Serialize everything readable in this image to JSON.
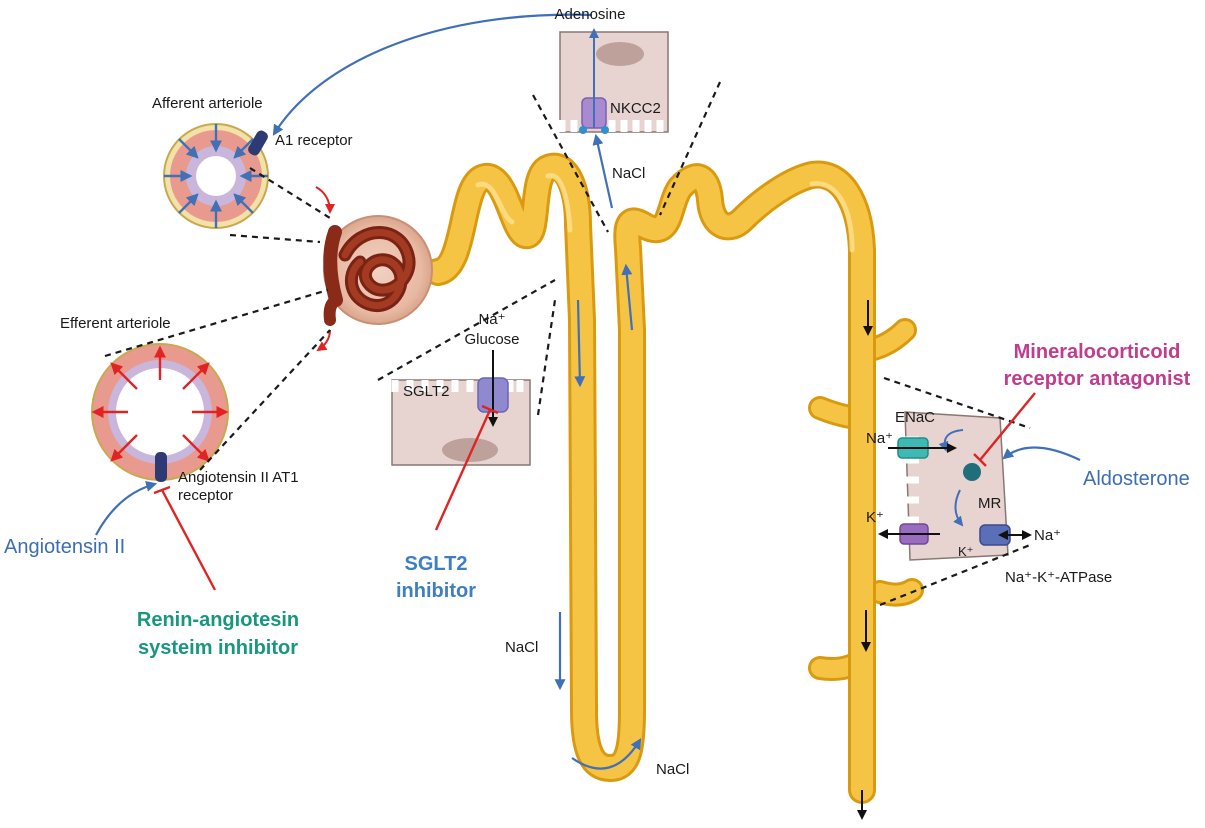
{
  "colors": {
    "tubule_fill": "#f6c445",
    "tubule_edge": "#d99a10",
    "stimulus_blue": "#3f70b8",
    "inhibitor_red": "#e02424",
    "sglt2_blue": "#3d7fc2",
    "ras_teal": "#18977f",
    "mra_pink": "#c03c8e",
    "glomerulus_red": "#8a2a18",
    "cell_pink": "#e7d4d1"
  },
  "labels": {
    "adenosine": "Adenosine",
    "afferent_arteriole": "Afferent arteriole",
    "a1_receptor": "A1 receptor",
    "efferent_arteriole": "Efferent arteriole",
    "at1_receptor_line1": "Angiotensin II AT1",
    "at1_receptor_line2": "receptor",
    "angiotensin_ii": "Angiotensin II",
    "ras_inhibitor_line1": "Renin-angiotesin",
    "ras_inhibitor_line2": "systeim inhibitor",
    "sglt2": "SGLT2",
    "na_plus": "Na⁺",
    "glucose": "Glucose",
    "sglt2_inhibitor_line1": "SGLT2",
    "sglt2_inhibitor_line2": "inhibitor",
    "nkcc2": "NKCC2",
    "nacl_ascending": "NaCl",
    "nacl_descending": "NaCl",
    "nacl_loop": "NaCl",
    "mra_line1": "Mineralocorticoid",
    "mra_line2": "receptor antagonist",
    "enac": "ENaC",
    "na_plus_enac": "Na⁺",
    "mr": "MR",
    "aldosterone": "Aldosterone",
    "k_plus": "K⁺",
    "k_plus_pump": "K⁺",
    "na_plus_pump": "Na⁺",
    "na_k_atpase": "Na⁺-K⁺-ATPase"
  },
  "icons": [
    "tubule",
    "glomerulus",
    "afferent-arteriole-cross-section",
    "efferent-arteriole-cross-section",
    "proximal-tubule-cell",
    "thick-ascending-limb-cell",
    "collecting-duct-cell",
    "sglt2-transporter",
    "nkcc2-transporter",
    "enac-channel",
    "na-k-atpase-pump",
    "mineralocorticoid-receptor",
    "a1-receptor",
    "at1-receptor"
  ]
}
